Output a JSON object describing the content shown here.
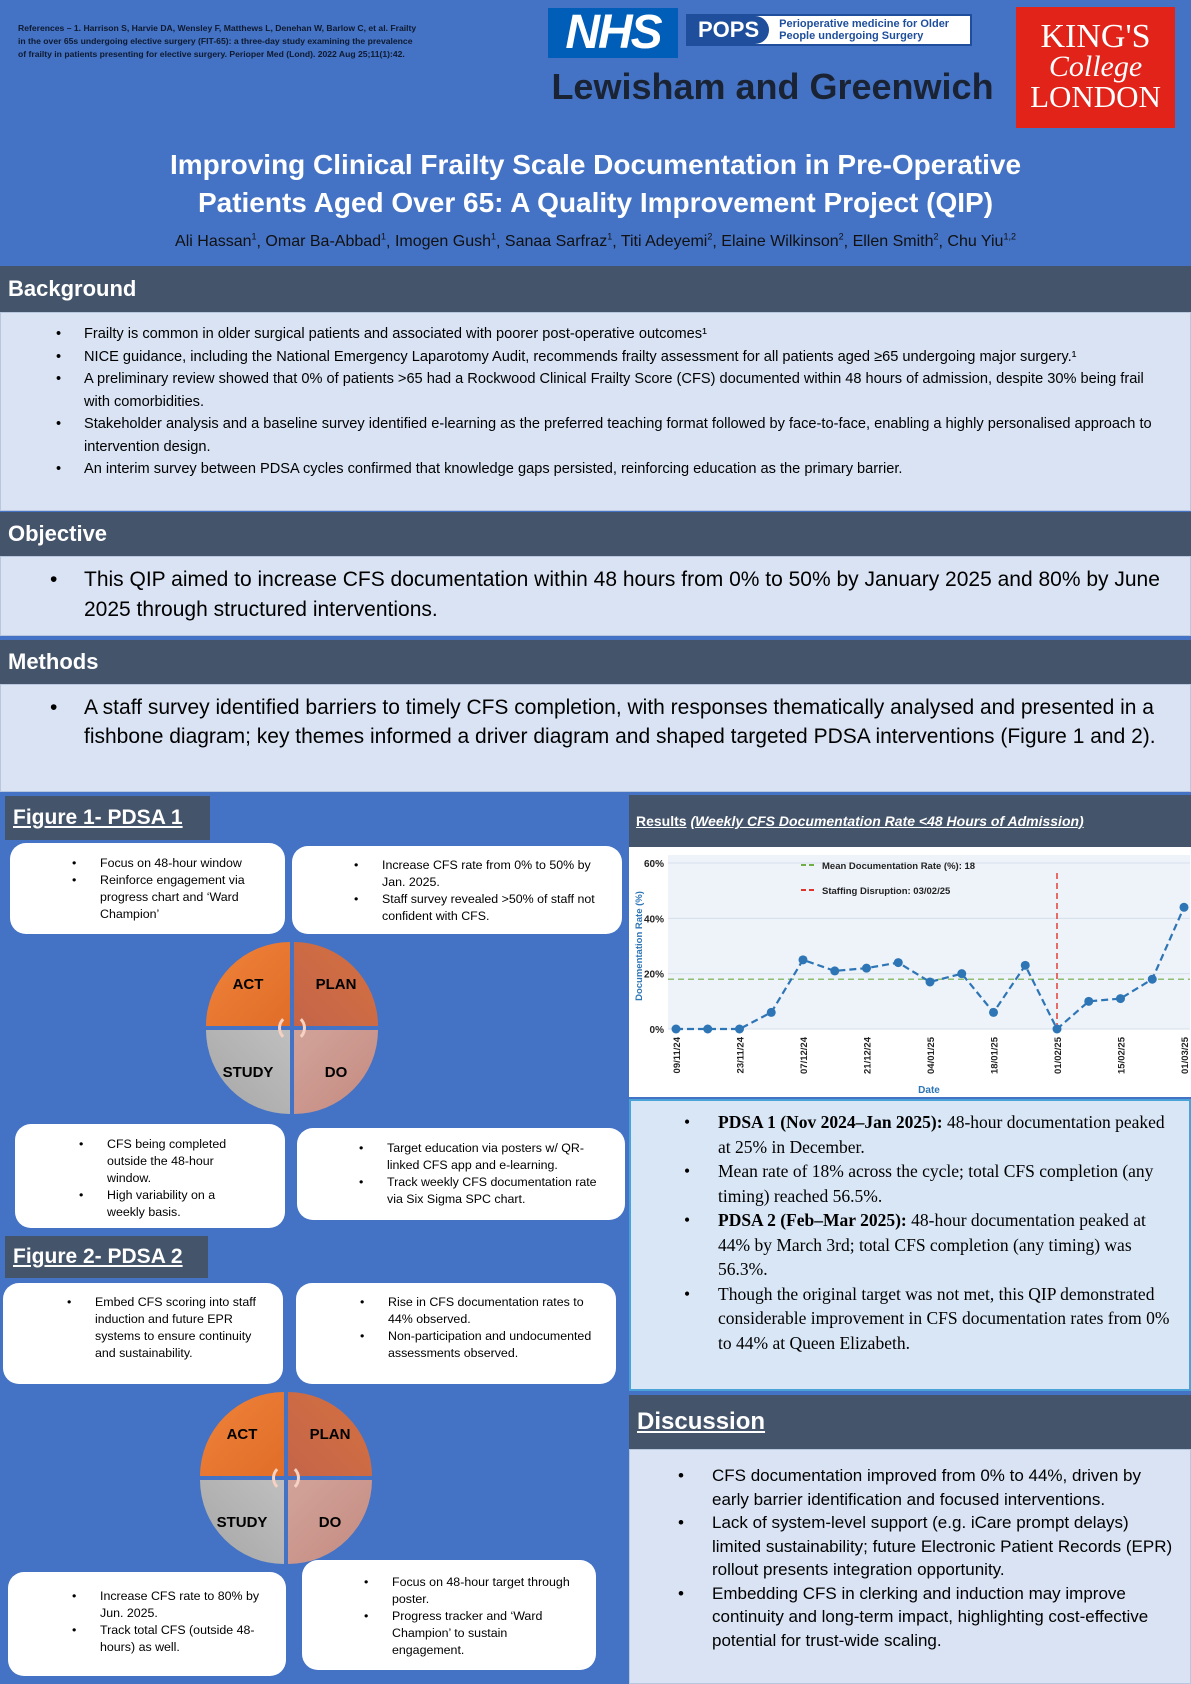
{
  "header": {
    "references": "References – 1. Harrison S, Harvie DA, Wensley F, Matthews L, Denehan W, Barlow C, et al. Frailty in the over 65s undergoing elective surgery (FIT-65): a three-day study examining the prevalence of frailty in patients presenting for elective surgery. Perioper Med (Lond). 2022 Aug 25;11(1):42.",
    "nhs_logo": "NHS",
    "pops_logo": "POPS",
    "pops_subtitle": "Perioperative medicine for Older People undergoing Surgery",
    "trust_name": "Lewisham and Greenwich",
    "kcl_line1": "KING'S",
    "kcl_line2": "College",
    "kcl_line3": "LONDON"
  },
  "title_line1": "Improving Clinical Frailty Scale Documentation in Pre-Operative",
  "title_line2": "Patients Aged Over 65: A Quality Improvement Project (QIP)",
  "authors": [
    {
      "name": "Ali Hassan",
      "aff": "1"
    },
    {
      "name": "Omar Ba-Abbad",
      "aff": "1"
    },
    {
      "name": "Imogen Gush",
      "aff": "1"
    },
    {
      "name": "Sanaa Sarfraz",
      "aff": "1"
    },
    {
      "name": "Titi Adeyemi",
      "aff": "2"
    },
    {
      "name": "Elaine Wilkinson",
      "aff": "2"
    },
    {
      "name": "Ellen Smith",
      "aff": "2"
    },
    {
      "name": "Chu Yiu",
      "aff": "1,2"
    }
  ],
  "background": {
    "heading": "Background",
    "bullets": [
      "Frailty is common in older surgical patients and associated with poorer post-operative outcomes¹",
      "NICE guidance, including the National Emergency Laparotomy Audit, recommends frailty assessment for all patients aged ≥65 undergoing major surgery.¹",
      "A preliminary review showed that 0% of patients >65 had a Rockwood Clinical Frailty Score (CFS) documented within 48 hours of admission, despite 30% being frail with comorbidities.",
      "Stakeholder analysis and a baseline survey identified e-learning as the preferred teaching format followed by face-to-face, enabling a highly personalised approach to intervention design.",
      "An interim survey between PDSA cycles confirmed that knowledge gaps persisted, reinforcing education as the primary barrier."
    ]
  },
  "objective": {
    "heading": "Objective",
    "bullets": [
      "This QIP aimed to increase CFS documentation within 48 hours from 0% to 50% by January 2025 and 80% by June 2025 through structured interventions."
    ]
  },
  "methods": {
    "heading": "Methods",
    "bullets": [
      "A staff survey identified barriers to timely CFS completion, with responses thematically analysed and presented in a fishbone diagram; key themes informed a driver diagram and shaped targeted PDSA interventions (Figure 1 and 2)."
    ]
  },
  "figure1": {
    "label": "Figure 1- PDSA 1",
    "act": [
      "Focus on 48-hour window",
      "Reinforce engagement via progress chart and ‘Ward Champion’"
    ],
    "plan": [
      "Increase CFS rate from 0%  to 50% by Jan. 2025.",
      "Staff survey revealed >50% of staff not confident with CFS."
    ],
    "study": [
      "CFS being completed outside the 48-hour window.",
      "High variability on a weekly basis."
    ],
    "do": [
      "Target education via posters w/ QR-linked CFS app and e-learning.",
      "Track weekly CFS documentation rate via Six Sigma SPC chart."
    ]
  },
  "figure2": {
    "label": "Figure 2- PDSA 2",
    "act": [
      "Embed CFS scoring into staff induction and future EPR systems to ensure continuity and sustainability."
    ],
    "plan": [
      "Rise in CFS documentation rates to 44% observed.",
      "Non-participation and undocumented assessments observed."
    ],
    "study": [
      "Increase CFS rate to 80% by Jun. 2025.",
      "Track total CFS (outside 48-hours) as well."
    ],
    "do": [
      "Focus on 48-hour target through poster.",
      "Progress tracker and ‘Ward Champion’ to sustain engagement."
    ]
  },
  "cycle_labels": {
    "act": "ACT",
    "plan": "PLAN",
    "study": "STUDY",
    "do": "DO"
  },
  "results": {
    "heading": "Results",
    "heading_sub": "(Weekly CFS Documentation Rate <48 Hours of Admission)",
    "bullets": [
      {
        "bold": "PDSA 1 (Nov 2024–Jan 2025):",
        "text": " 48-hour documentation peaked at 25% in December."
      },
      {
        "bold": "",
        "text": "Mean rate of 18% across the cycle; total CFS completion (any timing) reached 56.5%."
      },
      {
        "bold": "PDSA 2 (Feb–Mar 2025):",
        "text": " 48-hour documentation peaked at 44% by March 3rd; total CFS completion (any timing) was 56.3%."
      },
      {
        "bold": "",
        "text": "Though the original target was not met, this QIP demonstrated considerable improvement in CFS documentation rates from 0% to 44% at Queen Elizabeth."
      }
    ]
  },
  "discussion": {
    "heading": "Discussion",
    "bullets": [
      "CFS documentation improved from 0% to 44%, driven by early barrier identification and focused interventions.",
      "Lack of system-level support (e.g. iCare prompt delays) limited sustainability; future Electronic Patient Records (EPR) rollout presents integration opportunity.",
      "Embedding CFS in clerking and induction may improve continuity and long-term impact, highlighting cost-effective potential for trust-wide scaling."
    ]
  },
  "chart_data": {
    "type": "line",
    "x": [
      "09/11/24",
      "16/11/24",
      "23/11/24",
      "30/11/24",
      "07/12/24",
      "14/12/24",
      "21/12/24",
      "28/12/24",
      "04/01/25",
      "11/01/25",
      "18/01/25",
      "25/01/25",
      "01/02/25",
      "08/02/25",
      "15/02/25",
      "22/02/25",
      "01/03/25"
    ],
    "x_tick_labels": [
      "09/11/24",
      "23/11/24",
      "07/12/24",
      "21/12/24",
      "04/01/25",
      "18/01/25",
      "01/02/25",
      "15/02/25",
      "01/03/25"
    ],
    "series": [
      {
        "name": "",
        "values": [
          0,
          0,
          0,
          6,
          25,
          21,
          22,
          24,
          17,
          20,
          6,
          23,
          0,
          10,
          11,
          18,
          44
        ],
        "color": "#2e75b6"
      }
    ],
    "mean": {
      "value": 18,
      "label": "Mean Documentation Rate (%): 18",
      "color": "#70ad47"
    },
    "disruption": {
      "x": "01/02/25",
      "label": "Staffing Disruption: 03/02/25",
      "color": "#e0342a"
    },
    "xlabel": "Date",
    "ylabel": "Documentation Rate (%)",
    "yticks": [
      "0%",
      "20%",
      "40%",
      "60%"
    ],
    "ylim": [
      0,
      60
    ],
    "grid": true
  }
}
